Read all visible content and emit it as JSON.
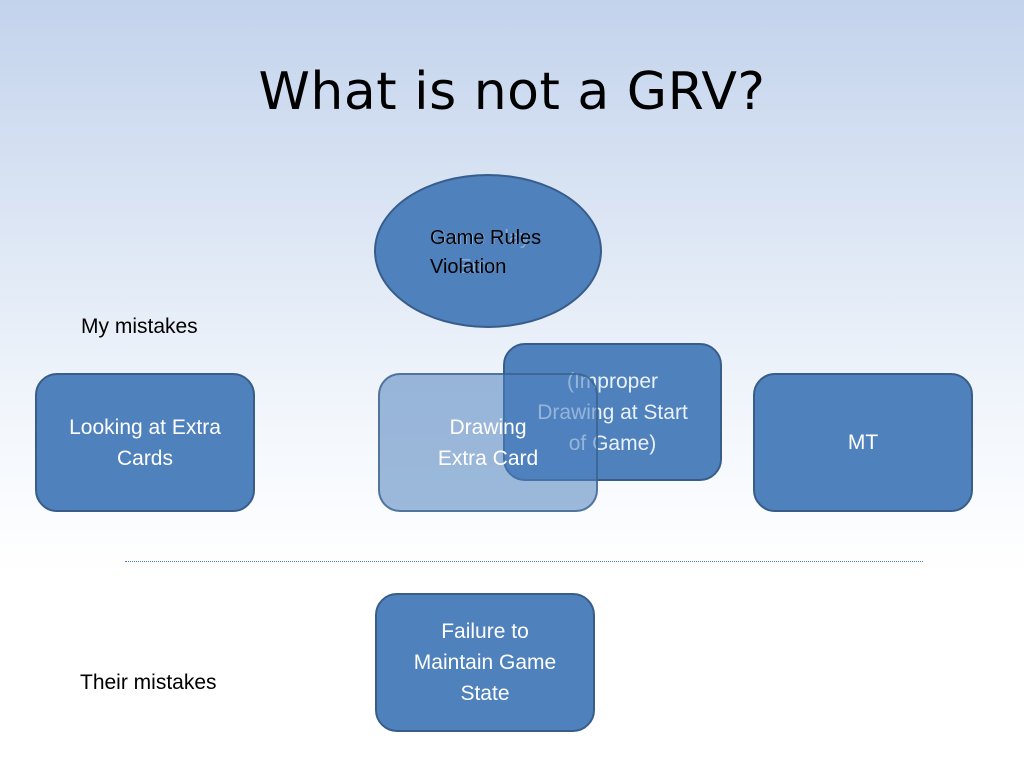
{
  "title": "What is not a GRV?",
  "labels": {
    "my_mistakes": "My mistakes",
    "their_mistakes": "Their mistakes"
  },
  "ellipse": {
    "text_back": "Game Play\nError",
    "text_front": "Game Rules\nViolation"
  },
  "boxes": {
    "looking": "Looking at Extra\nCards",
    "drawing": "Drawing\nExtra Card",
    "improper": "(Improper\nDrawing at Start\nof Game)",
    "mt": "MT",
    "failure": "Failure to\nMaintain Game\nState"
  },
  "colors": {
    "shape_fill": "#4f81bd",
    "shape_border": "#385d8a",
    "background_top": "#c3d3ec",
    "background_bottom": "#ffffff"
  }
}
